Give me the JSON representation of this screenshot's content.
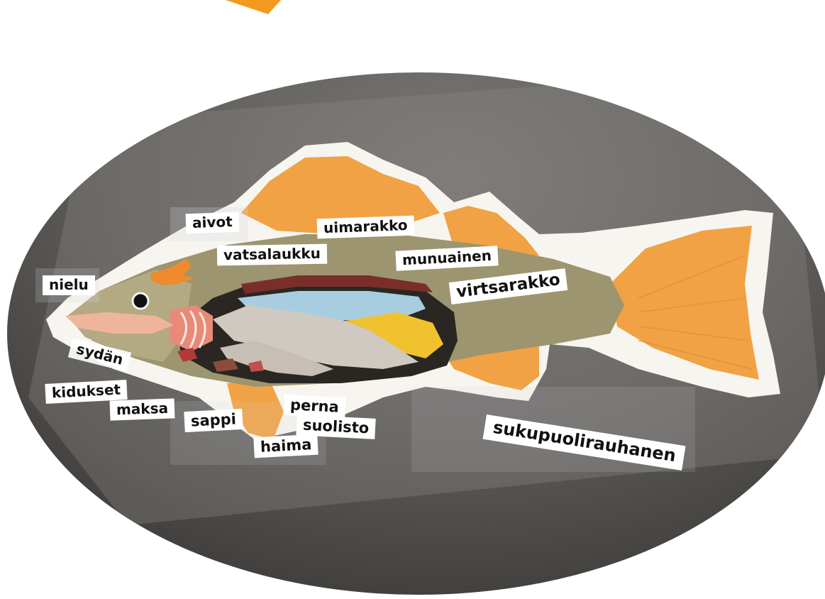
{
  "labels": {
    "aivot": "aivot",
    "uimarakko": "uimarakko",
    "vatsalaukku": "vatsalaukku",
    "munuainen": "munuainen",
    "nielu": "nielu",
    "virtsarakko": "virtsarakko",
    "sydan": "sydän",
    "kidukset": "kidukset",
    "maksa": "maksa",
    "sappi": "sappi",
    "perna": "perna",
    "suolisto": "suolisto",
    "haima": "haima",
    "sukupuolirauhanen": "sukupuolirauhanen"
  },
  "colors": {
    "table": "#5e5c5a",
    "fish_body": "#9c9570",
    "fin": "#f0a244",
    "arrow": "#f39a1e",
    "swim_bladder": "#a9cde0",
    "liver_yellow": "#f1c22f"
  }
}
